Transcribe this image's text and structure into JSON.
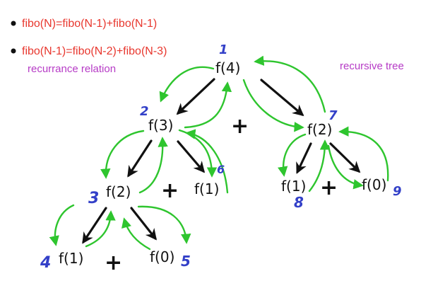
{
  "bullets": [
    "fibo(N)=fibo(N-1)+fibo(N-1)",
    "fibo(N-1)=fibo(N-2)+fibo(N-3)"
  ],
  "labels": {
    "recurrence": "recurrance relation",
    "tree": "recursive tree"
  },
  "nodes": {
    "n1": "f(4)",
    "n2": "f(3)",
    "n3": "f(2)",
    "n4": "f(1)",
    "n5": "f(0)",
    "n6": "f(1)",
    "n7": "f(2)",
    "n8": "f(1)",
    "n9": "f(0)"
  },
  "order": {
    "n1": "1",
    "n2": "2",
    "n3": "3",
    "n4": "4",
    "n5": "5",
    "n6": "6",
    "n7": "7",
    "n8": "8",
    "n9": "9"
  },
  "plus": "+",
  "colors": {
    "text_red": "#e8372e",
    "text_magenta": "#b63bc6",
    "arrow_black": "#111111",
    "trace_green": "#2ec52e",
    "number_blue": "#3340c8"
  }
}
